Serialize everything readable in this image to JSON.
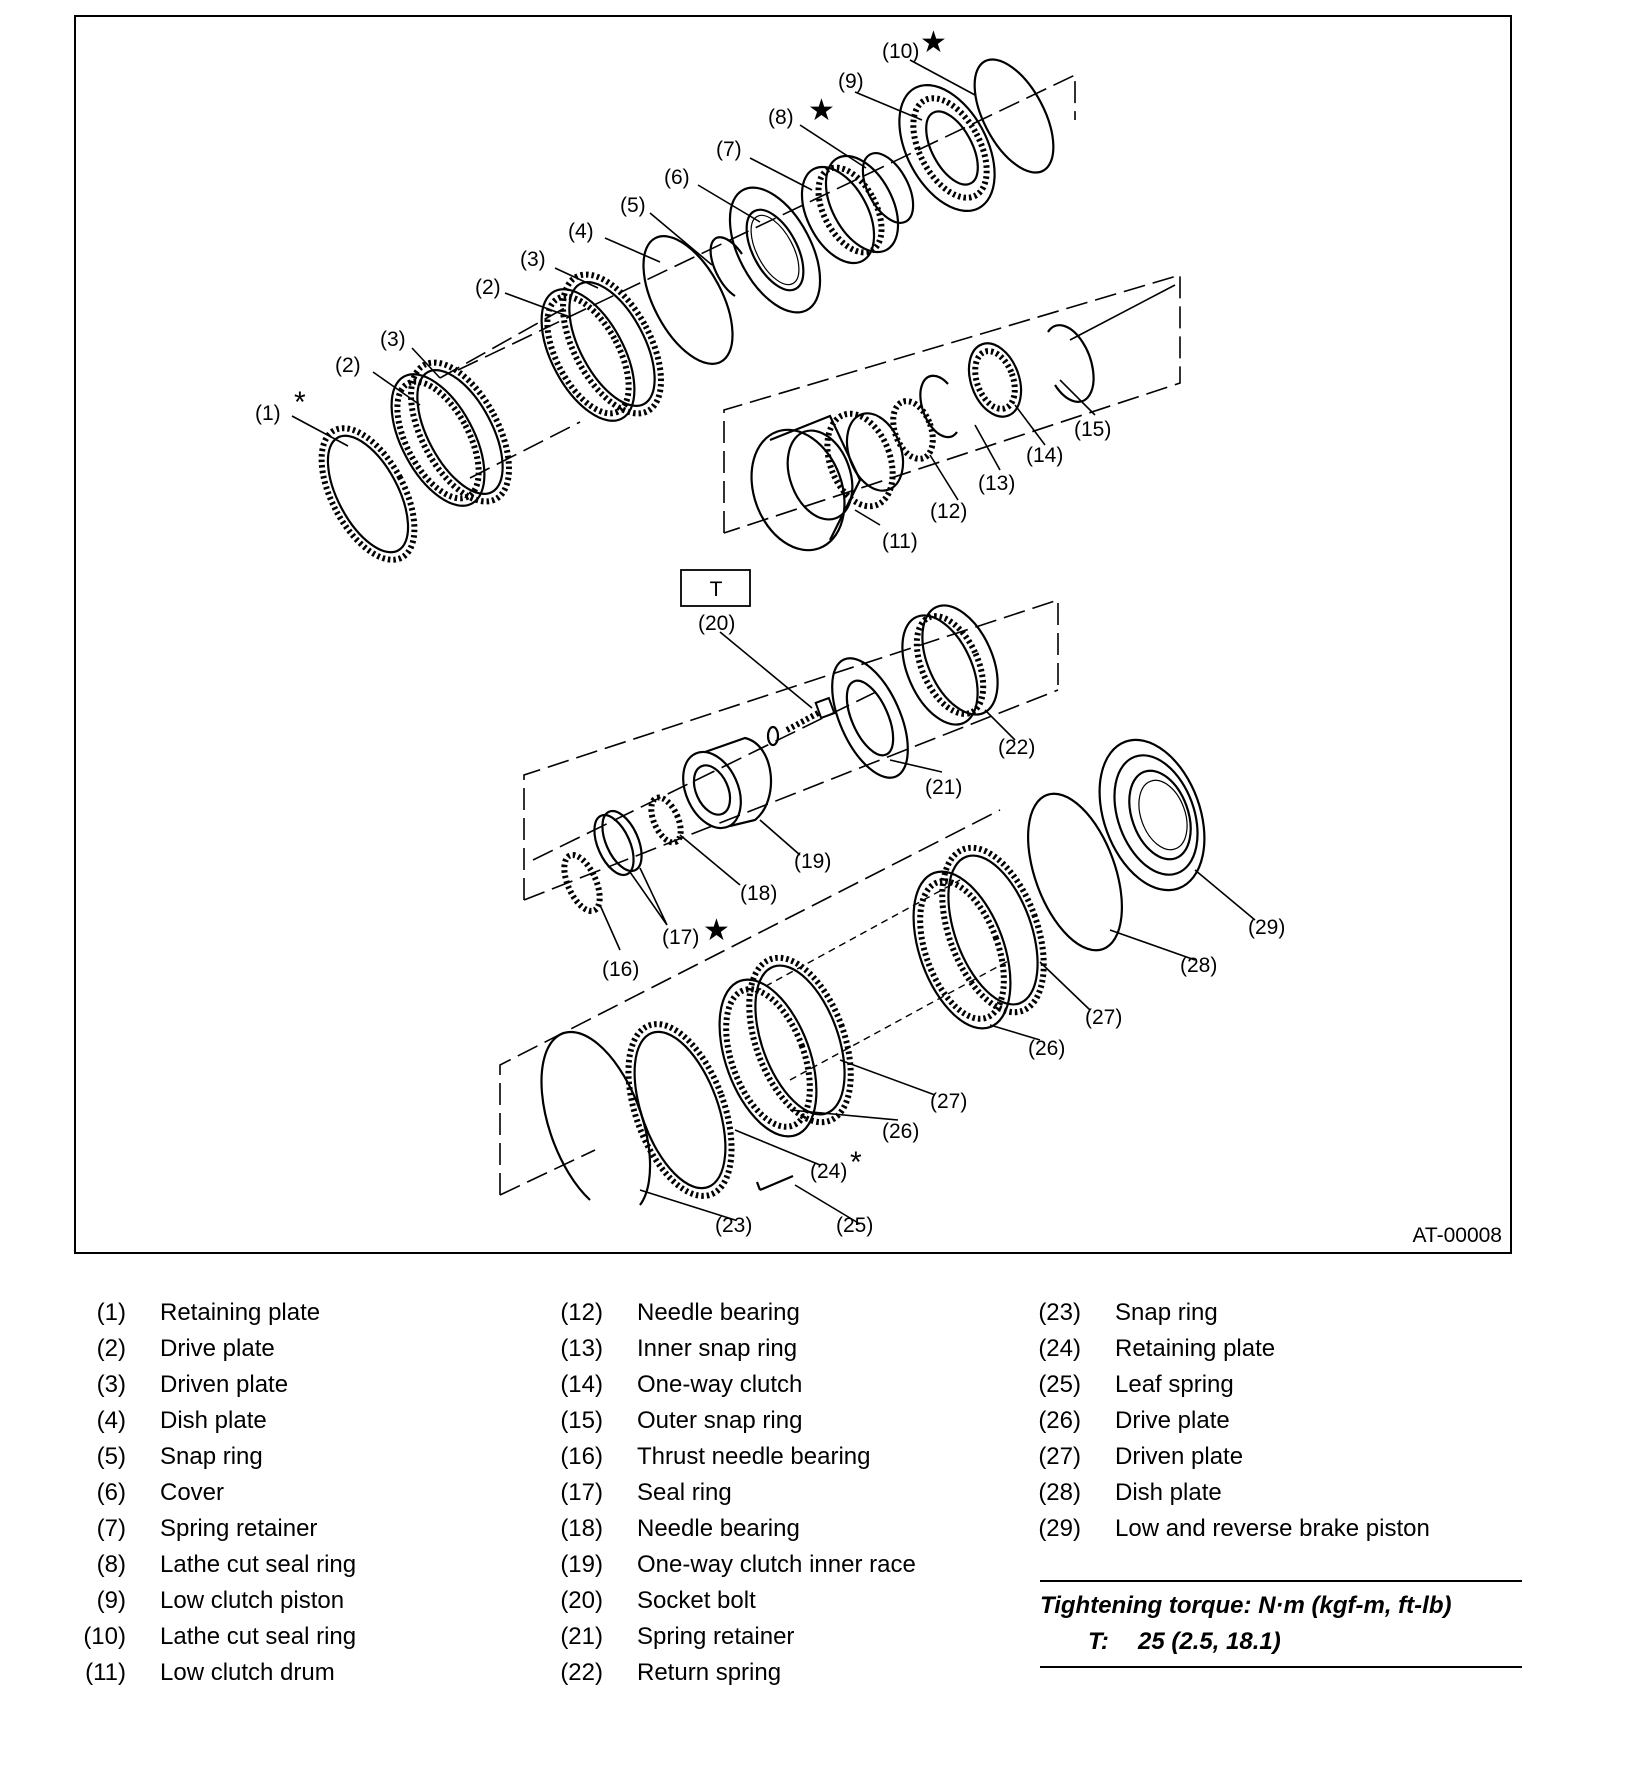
{
  "diagram": {
    "figure_id": "AT-00008",
    "torque_box_letter": "T",
    "callouts": [
      "(1)",
      "(2)",
      "(3)",
      "(2)",
      "(3)",
      "(4)",
      "(5)",
      "(6)",
      "(7)",
      "(8)",
      "(9)",
      "(10)",
      "(11)",
      "(12)",
      "(13)",
      "(14)",
      "(15)",
      "(16)",
      "(17)",
      "(18)",
      "(19)",
      "(20)",
      "(21)",
      "(22)",
      "(23)",
      "(24)",
      "(25)",
      "(26)",
      "(27)",
      "(26)",
      "(27)",
      "(28)",
      "(29)"
    ],
    "star_symbol": "★",
    "asterisk_symbol": "*"
  },
  "legend": {
    "col1": [
      {
        "num": "(1)",
        "text": "Retaining plate"
      },
      {
        "num": "(2)",
        "text": "Drive plate"
      },
      {
        "num": "(3)",
        "text": "Driven plate"
      },
      {
        "num": "(4)",
        "text": "Dish plate"
      },
      {
        "num": "(5)",
        "text": "Snap ring"
      },
      {
        "num": "(6)",
        "text": "Cover"
      },
      {
        "num": "(7)",
        "text": "Spring retainer"
      },
      {
        "num": "(8)",
        "text": "Lathe cut seal ring"
      },
      {
        "num": "(9)",
        "text": "Low clutch piston"
      },
      {
        "num": "(10)",
        "text": "Lathe cut seal ring"
      },
      {
        "num": "(11)",
        "text": "Low clutch drum"
      }
    ],
    "col2": [
      {
        "num": "(12)",
        "text": "Needle bearing"
      },
      {
        "num": "(13)",
        "text": "Inner snap ring"
      },
      {
        "num": "(14)",
        "text": "One-way clutch"
      },
      {
        "num": "(15)",
        "text": "Outer snap ring"
      },
      {
        "num": "(16)",
        "text": "Thrust needle bearing"
      },
      {
        "num": "(17)",
        "text": "Seal ring"
      },
      {
        "num": "(18)",
        "text": "Needle bearing"
      },
      {
        "num": "(19)",
        "text": "One-way clutch inner race"
      },
      {
        "num": "(20)",
        "text": "Socket bolt"
      },
      {
        "num": "(21)",
        "text": "Spring retainer"
      },
      {
        "num": "(22)",
        "text": "Return spring"
      }
    ],
    "col3": [
      {
        "num": "(23)",
        "text": "Snap ring"
      },
      {
        "num": "(24)",
        "text": "Retaining plate"
      },
      {
        "num": "(25)",
        "text": "Leaf spring"
      },
      {
        "num": "(26)",
        "text": "Drive plate"
      },
      {
        "num": "(27)",
        "text": "Driven plate"
      },
      {
        "num": "(28)",
        "text": "Dish plate"
      },
      {
        "num": "(29)",
        "text": "Low and reverse brake piston"
      }
    ]
  },
  "torque": {
    "heading": "Tightening torque: N·m (kgf-m, ft-lb)",
    "key": "T:",
    "value": "25 (2.5, 18.1)"
  }
}
